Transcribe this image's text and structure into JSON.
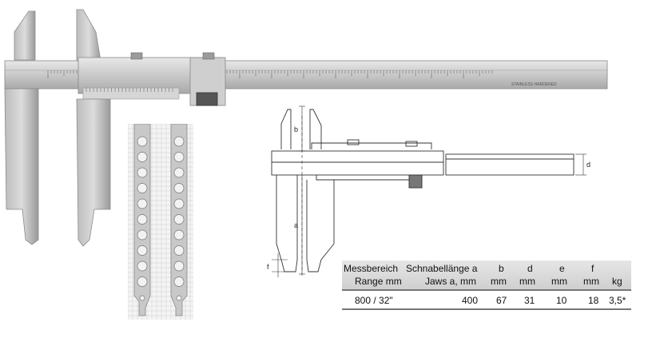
{
  "caliper_photo": {
    "scale_marking": "STAINLESS HARDENED"
  },
  "drawing_labels": {
    "b": "b",
    "d": "d",
    "a": "a",
    "f": "f"
  },
  "spec_table": {
    "headers": {
      "range_de": "Messbereich",
      "range_en": "Range mm",
      "jaw_de": "Schnabellänge a",
      "jaw_en": "Jaws a, mm",
      "b": "b",
      "b_unit": "mm",
      "d": "d",
      "d_unit": "mm",
      "e": "e",
      "e_unit": "mm",
      "f": "f",
      "f_unit": "mm",
      "kg": "kg"
    },
    "row": {
      "range": "800  /  32\"",
      "jaw": "400",
      "b": "67",
      "d": "31",
      "e": "10",
      "f": "18",
      "kg": "3,5*"
    }
  }
}
